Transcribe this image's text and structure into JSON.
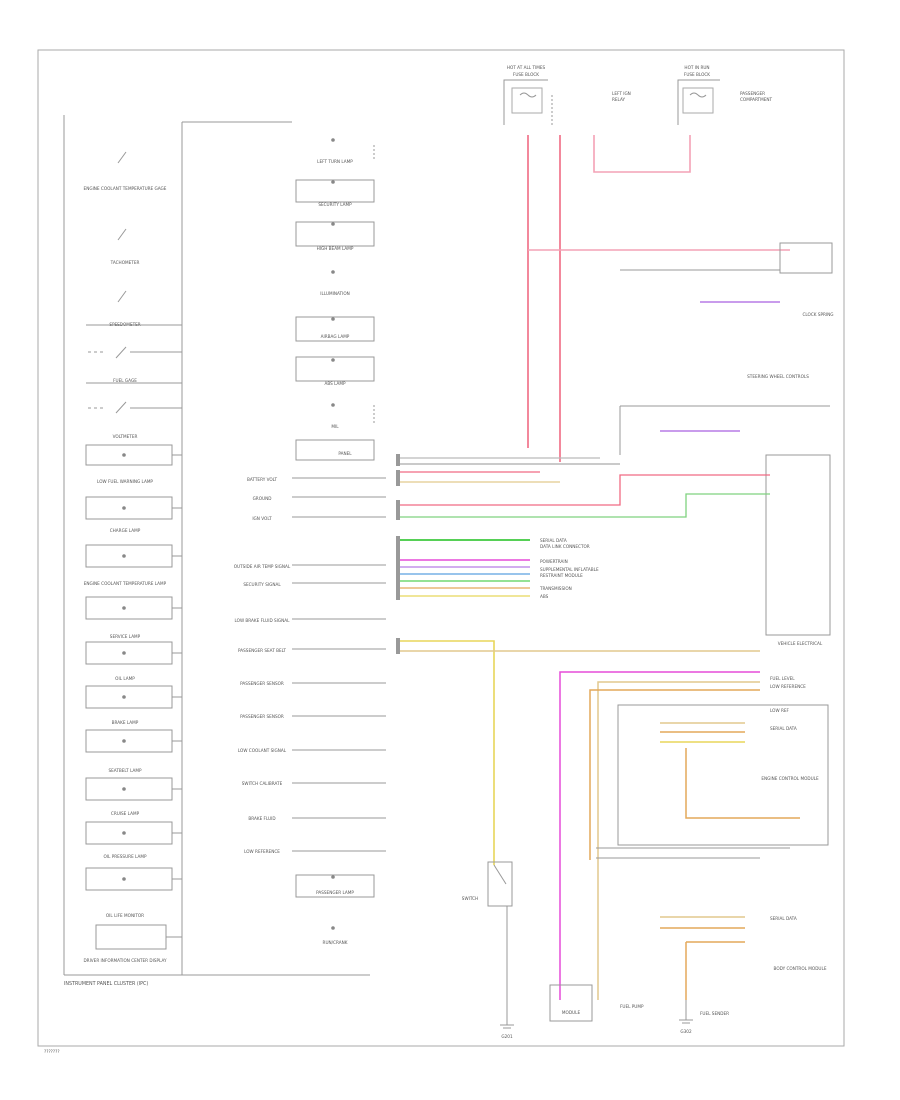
{
  "title_block": {
    "cluster_label": "INSTRUMENT PANEL CLUSTER (IPC)",
    "page_tag": "???????"
  },
  "colors": {
    "red": "#f06a83",
    "pink": "#f3a2b5",
    "magenta": "#e64cd8",
    "violet": "#b77ce5",
    "green": "#56d056",
    "light_green": "#7fd27f",
    "yellow": "#e8d65a",
    "tan": "#e2c98e",
    "orange": "#e4a95a",
    "blue": "#5aa0e0",
    "gray": "#777777"
  },
  "top_fuses": [
    {
      "title": "HOT AT ALL TIMES",
      "label": "FUSE BLOCK"
    },
    {
      "title": "HOT IN RUN",
      "label": "FUSE BLOCK"
    }
  ],
  "left_indicators": [
    "ENGINE COOLANT TEMPERATURE GAGE",
    "TACHOMETER",
    "SPEEDOMETER",
    "FUEL GAGE",
    "VOLTMETER",
    "LOW FUEL WARNING LAMP",
    "CHARGE LAMP",
    "ENGINE COOLANT TEMPERATURE LAMP",
    "SERVICE LAMP",
    "OIL LAMP",
    "BRAKE LAMP",
    "SEATBELT LAMP",
    "CRUISE LAMP",
    "OIL PRESSURE LAMP",
    "OIL LIFE MONITOR",
    "DRIVER INFORMATION CENTER DISPLAY"
  ],
  "right_indicators": [
    "LEFT TURN LAMP",
    "SECURITY LAMP",
    "HIGH BEAM LAMP",
    "ILLUMINATION",
    "AIRBAG LAMP",
    "ABS LAMP",
    "MIL",
    "PANEL",
    "PASSENGER LAMP",
    "RUN/CRANK"
  ],
  "pin_labels": [
    "BATTERY VOLT",
    "GROUND",
    "IGN VOLT",
    "OUTSIDE AIR TEMP SIGNAL",
    "SECURITY SIGNAL",
    "LOW BRAKE FLUID SIGNAL",
    "PASSENGER SEAT BELT",
    "PASSENGER SENSOR",
    "PASSENGER SENSOR",
    "LOW COOLANT SIGNAL",
    "SWITCH CALIBRATE",
    "BRAKE FLUID",
    "LOW REFERENCE"
  ],
  "right_side_labels": [
    "CLOCK SPRING",
    "STEERING WHEEL CONTROLS",
    "VEHICLE ELECTRICAL",
    "FUEL LEVEL",
    "LOW REFERENCE",
    "LOW REF",
    "SERIAL DATA",
    "ENGINE CONTROL MODULE",
    "SERIAL DATA",
    "BODY CONTROL MODULE",
    "FUEL PUMP",
    "FUEL SENDER"
  ],
  "bus_labels": [
    "SERIAL DATA",
    "DATA LINK CONNECTOR",
    "POWERTRAIN",
    "SUPPLEMENTAL INFLATABLE",
    "RESTRAINT MODULE",
    "TRANSMISSION",
    "ABS"
  ],
  "bottom_labels": {
    "ground_left": "G201",
    "ground_right": "G302",
    "switch_label": "SWITCH",
    "module_label": "MODULE"
  }
}
